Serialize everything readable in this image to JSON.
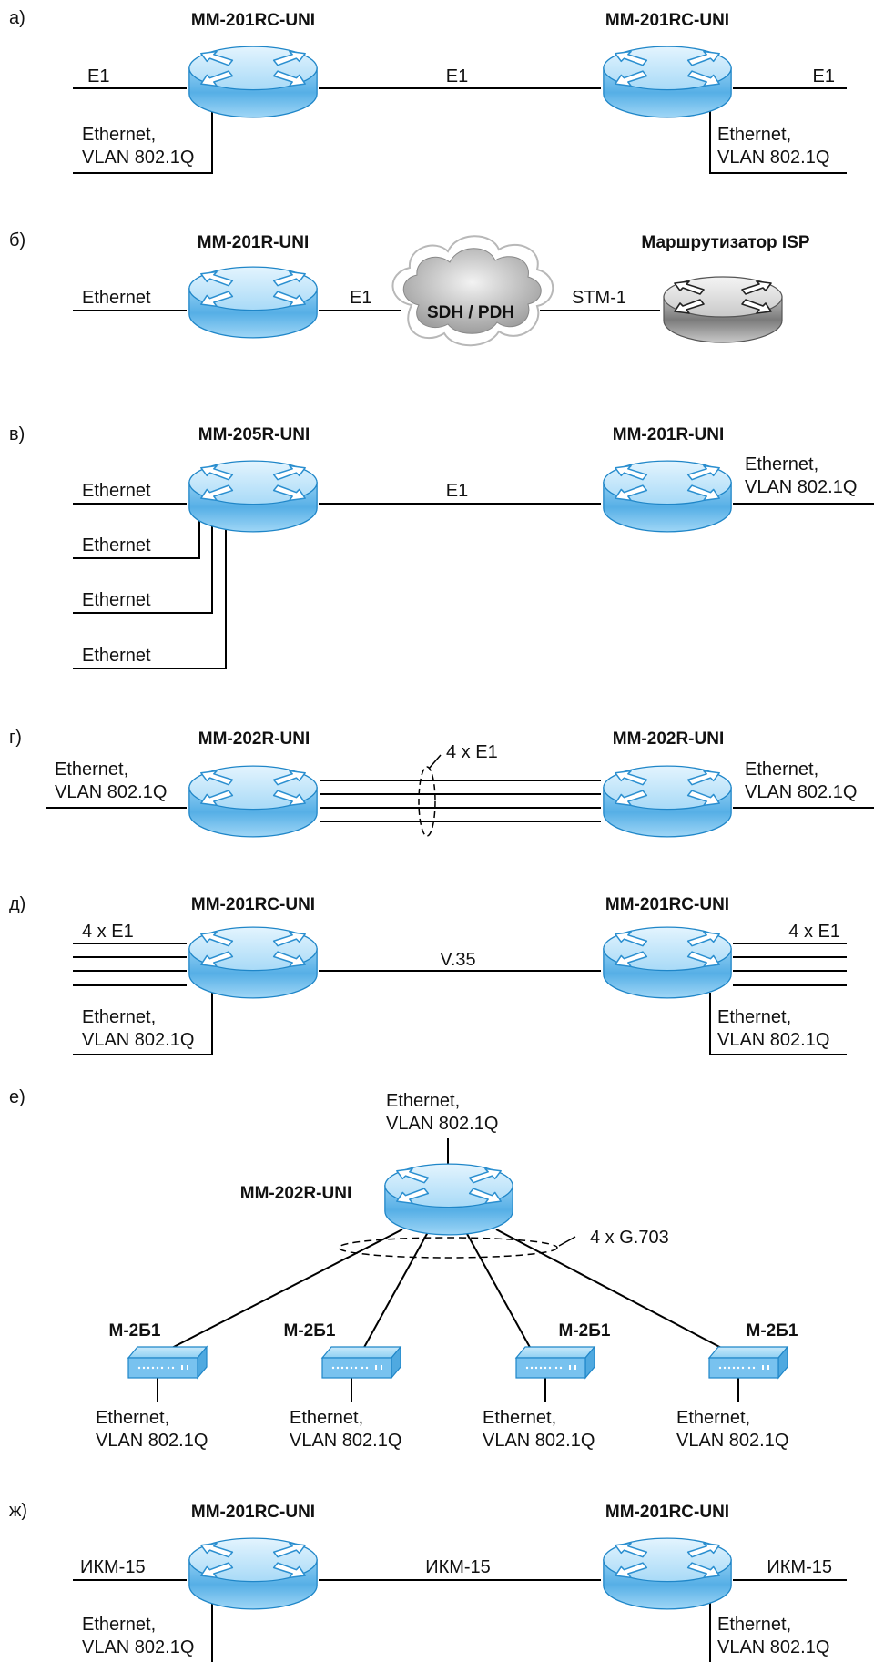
{
  "sections": [
    {
      "id": "a",
      "letter": "а)",
      "left_device": "MM-201RC-UNI",
      "right_device": "MM-201RC-UNI",
      "link": "E1",
      "left_in": "E1",
      "right_in": "E1",
      "left_sub": [
        "Ethernet,",
        "VLAN 802.1Q"
      ],
      "right_sub": [
        "Ethernet,",
        "VLAN 802.1Q"
      ]
    },
    {
      "id": "b",
      "letter": "б)",
      "left_device": "MM-201R-UNI",
      "right_device": "Маршрутизатор ISP",
      "left_in": "Ethernet",
      "link_left": "E1",
      "cloud": "SDH / PDH",
      "link_right": "STM-1"
    },
    {
      "id": "v",
      "letter": "в)",
      "left_device": "MM-205R-UNI",
      "right_device": "MM-201R-UNI",
      "link": "E1",
      "left_ins": [
        "Ethernet",
        "Ethernet",
        "Ethernet",
        "Ethernet"
      ],
      "right_out": [
        "Ethernet,",
        "VLAN 802.1Q"
      ]
    },
    {
      "id": "g",
      "letter": "г)",
      "left_device": "MM-202R-UNI",
      "right_device": "MM-202R-UNI",
      "bundle": "4 x E1",
      "left_in": [
        "Ethernet,",
        "VLAN 802.1Q"
      ],
      "right_out": [
        "Ethernet,",
        "VLAN 802.1Q"
      ]
    },
    {
      "id": "d",
      "letter": "д)",
      "left_device": "MM-201RC-UNI",
      "right_device": "MM-201RC-UNI",
      "link": "V.35",
      "left_bundle": "4 x E1",
      "right_bundle": "4 x E1",
      "left_sub": [
        "Ethernet,",
        "VLAN 802.1Q"
      ],
      "right_sub": [
        "Ethernet,",
        "VLAN 802.1Q"
      ]
    },
    {
      "id": "e",
      "letter": "е)",
      "device": "MM-202R-UNI",
      "top": [
        "Ethernet,",
        "VLAN 802.1Q"
      ],
      "bundle": "4 x G.703",
      "modems": [
        {
          "name": "М-2Б1",
          "sub": [
            "Ethernet,",
            "VLAN 802.1Q"
          ]
        },
        {
          "name": "М-2Б1",
          "sub": [
            "Ethernet,",
            "VLAN 802.1Q"
          ]
        },
        {
          "name": "М-2Б1",
          "sub": [
            "Ethernet,",
            "VLAN 802.1Q"
          ]
        },
        {
          "name": "М-2Б1",
          "sub": [
            "Ethernet,",
            "VLAN 802.1Q"
          ]
        }
      ]
    },
    {
      "id": "zh",
      "letter": "ж)",
      "left_device": "MM-201RC-UNI",
      "right_device": "MM-201RC-UNI",
      "link": "ИКМ-15",
      "left_in": "ИКМ-15",
      "right_in": "ИКМ-15",
      "left_sub": [
        "Ethernet,",
        "VLAN 802.1Q"
      ],
      "right_sub": [
        "Ethernet,",
        "VLAN 802.1Q"
      ]
    }
  ],
  "icons": {
    "router": "router-icon",
    "isp_router": "router-icon-gray",
    "cloud": "cloud-icon",
    "modem": "modem-icon"
  },
  "colors": {
    "router_top": "#c4e6fa",
    "router_side": "#6cbbea",
    "router_edge": "#1f86c8",
    "isp_top": "#e2e2e2",
    "isp_side": "#8e8e8e",
    "cloud": "#bcbcbc",
    "lines": "#000000"
  }
}
